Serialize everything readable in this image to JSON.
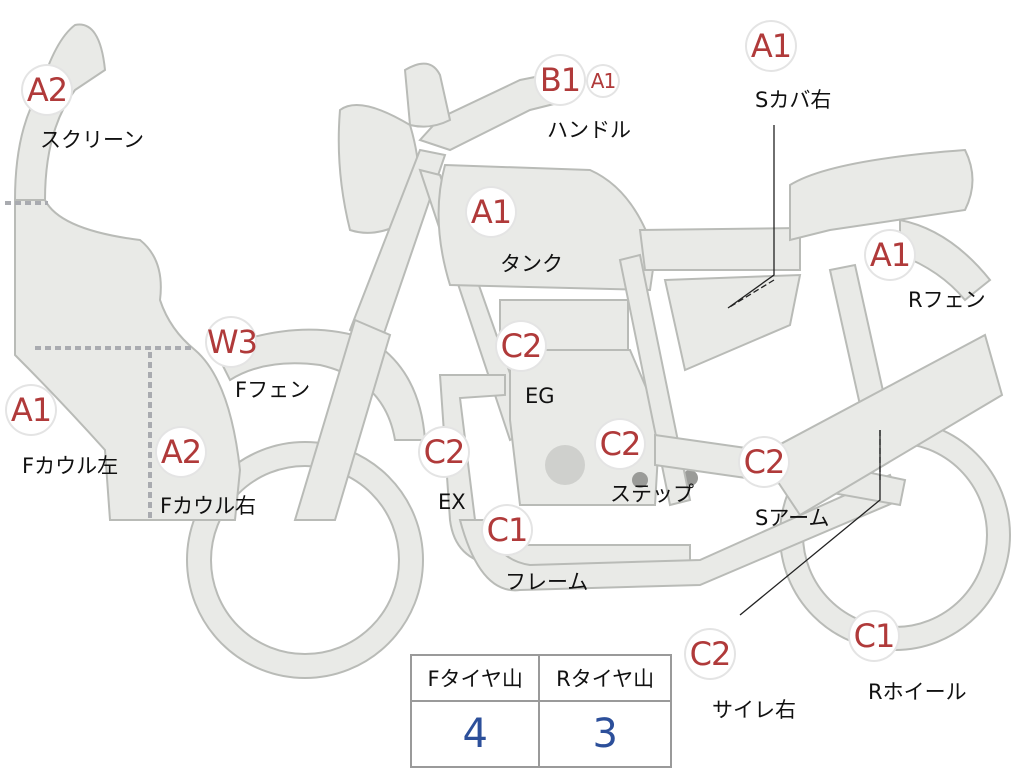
{
  "badges": {
    "screen": "A2",
    "handle": "B1",
    "handle_sub": "A1",
    "scover_r": "A1",
    "tank": "A1",
    "rfender": "A1",
    "ffender": "W3",
    "engine": "C2",
    "fcowl_l": "A1",
    "fcowl_r": "A2",
    "exhaust": "C2",
    "step": "C2",
    "sarm": "C2",
    "frame": "C1",
    "silencer_r": "C2",
    "rwheel": "C1"
  },
  "labels": {
    "screen": "スクリーン",
    "handle": "ハンドル",
    "scover_r": "Sカバ右",
    "tank": "タンク",
    "rfender": "Rフェン",
    "ffender": "Fフェン",
    "engine": "EG",
    "fcowl_l": "Fカウル左",
    "fcowl_r": "Fカウル右",
    "exhaust": "EX",
    "step": "ステップ",
    "sarm": "Sアーム",
    "frame": "フレーム",
    "silencer_r": "サイレ右",
    "rwheel": "Rホイール"
  },
  "tire_table": {
    "front_header": "Fタイヤ山",
    "rear_header": "Rタイヤ山",
    "front_value": "4",
    "rear_value": "3"
  }
}
